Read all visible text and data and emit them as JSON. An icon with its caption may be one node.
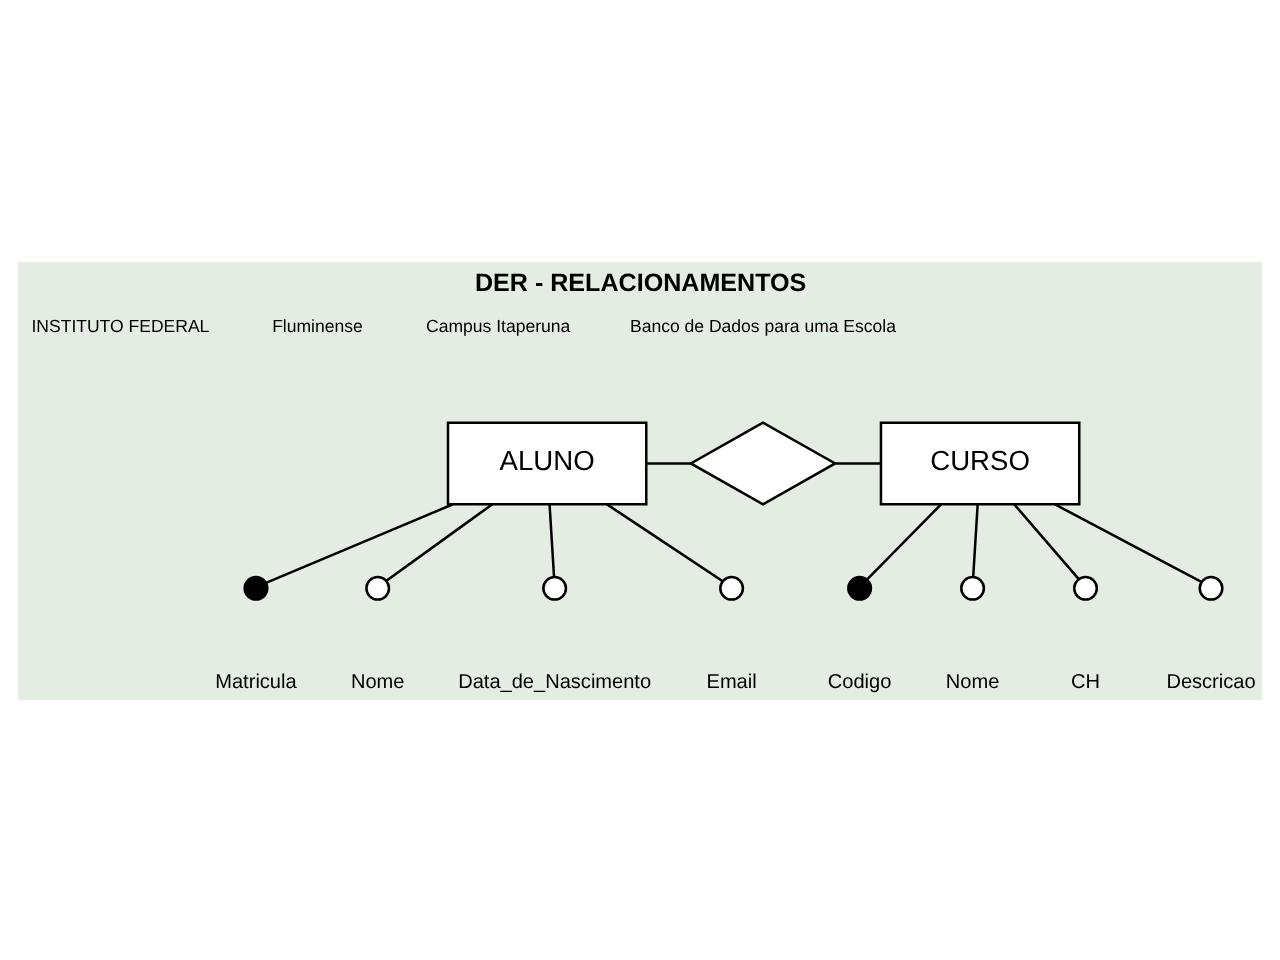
{
  "diagram": {
    "title": "DER - RELACIONAMENTOS",
    "nodes": [
      {
        "text": [
          "ALUNO"
        ]
      },
      {
        "text": [],
        "shape": "diamond"
      },
      {
        "text": [
          "CURSO"
        ]
      },
      {
        "text": [],
        "shape": "dot",
        "beside": [
          "Matricula"
        ]
      },
      {
        "text": [],
        "shape": "circle",
        "beside": [
          "Nome"
        ]
      },
      {
        "text": [],
        "shape": "circle",
        "beside": [
          "Data_de_Nascimento"
        ]
      },
      {
        "text": [],
        "shape": "circle",
        "beside": [
          "Email"
        ]
      },
      {
        "text": [],
        "shape": "dot",
        "beside": [
          "Codigo"
        ]
      },
      {
        "text": [],
        "shape": "circle",
        "beside": [
          "Nome"
        ]
      },
      {
        "text": [],
        "shape": "circle",
        "beside": [
          "CH"
        ]
      },
      {
        "text": [],
        "shape": "circle",
        "beside": [
          "Descricao"
        ]
      }
    ],
    "edges": [
      {
        "from": 0,
        "to": 1,
        "arrow": "none"
      },
      {
        "from": 1,
        "to": 2,
        "arrow": "none"
      },
      {
        "from": 0,
        "to": 3,
        "arrow": "none"
      },
      {
        "from": 0,
        "to": 4,
        "arrow": "none"
      },
      {
        "from": 0,
        "to": 5,
        "arrow": "none"
      },
      {
        "from": 0,
        "to": 6,
        "arrow": "none"
      },
      {
        "from": 2,
        "to": 7,
        "arrow": "none"
      },
      {
        "from": 2,
        "to": 8,
        "arrow": "none"
      },
      {
        "from": 2,
        "to": 9,
        "arrow": "none"
      },
      {
        "from": 2,
        "to": 10,
        "arrow": "none"
      }
    ],
    "labels": [
      "INSTITUTO FEDERAL",
      "Fluminense",
      "Campus Itaperuna",
      "Banco de Dados para uma Escola"
    ]
  }
}
